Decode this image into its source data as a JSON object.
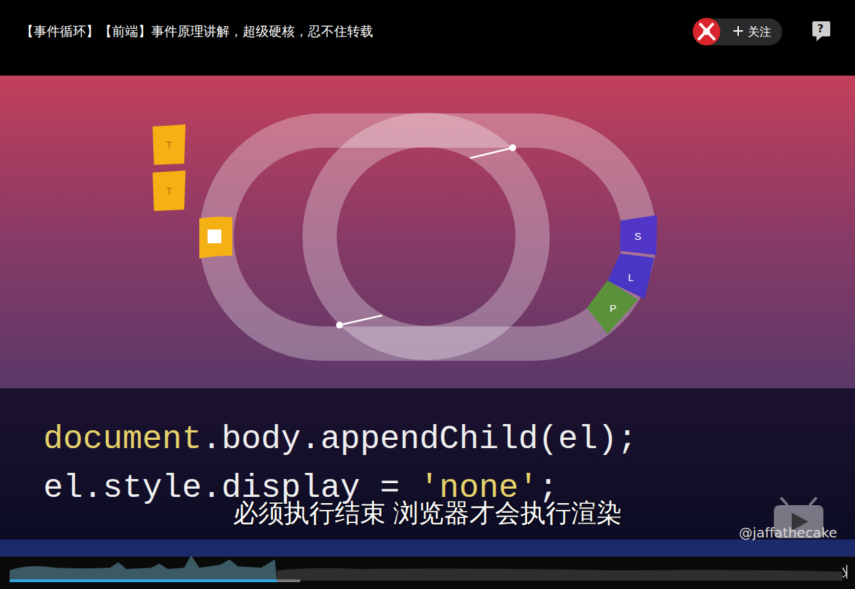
{
  "diagram": {
    "title": "【事件循环】【前端】事件原理讲解，超级硬核，忍不住转载",
    "nodes": [
      {
        "text": [
          "T"
        ]
      },
      {
        "text": [
          "T"
        ]
      },
      {
        "text": [
          "S"
        ]
      },
      {
        "text": [
          "L"
        ]
      },
      {
        "text": [
          "P"
        ]
      }
    ],
    "labels": [
      "关注",
      "?",
      "document",
      ".body.appendChild(el);",
      "el.style.display = ",
      "'none'",
      ";",
      "必须执行结束 浏览器才会执行渲染",
      "@jaffathecake"
    ]
  }
}
